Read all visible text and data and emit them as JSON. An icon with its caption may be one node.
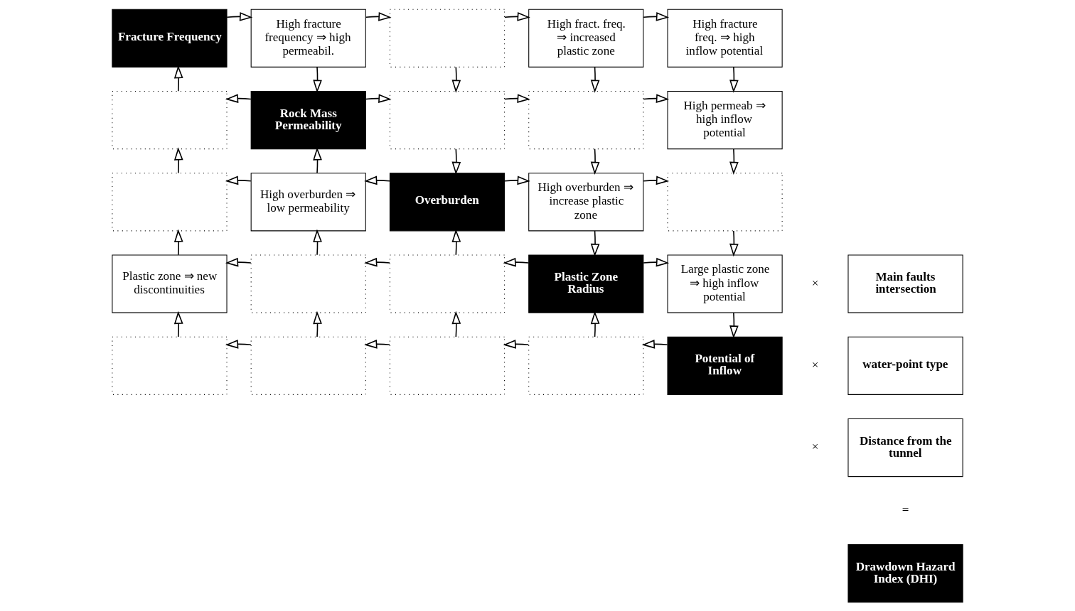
{
  "diagram": {
    "nodes": [
      {
        "text": [
          "Fracture Frequency"
        ]
      },
      {
        "text": [
          "High fracture frequency ⇒ high permeabil."
        ]
      },
      {
        "text": [],
        "shape": "box"
      },
      {
        "text": [
          "High fract. freq. ⇒ increased plastic zone"
        ]
      },
      {
        "text": [
          "High fracture freq. ⇒ high inflow potential"
        ]
      },
      {
        "text": [],
        "shape": "box"
      },
      {
        "text": [
          "Rock Mass Permeability"
        ]
      },
      {
        "text": [],
        "shape": "box"
      },
      {
        "text": [],
        "shape": "box"
      },
      {
        "text": [
          "High permeab ⇒ high inflow potential"
        ]
      },
      {
        "text": [],
        "shape": "box"
      },
      {
        "text": [
          "High overburden ⇒ low permeability"
        ]
      },
      {
        "text": [
          "Overburden"
        ]
      },
      {
        "text": [
          "High overburden ⇒ increase plastic zone"
        ]
      },
      {
        "text": [],
        "shape": "box"
      },
      {
        "text": [
          "Plastic zone ⇒ new discontinuities"
        ]
      },
      {
        "text": [],
        "shape": "box"
      },
      {
        "text": [],
        "shape": "box"
      },
      {
        "text": [
          "Plastic Zone Radius"
        ]
      },
      {
        "text": [
          "Large plastic zone ⇒ high inflow potential"
        ]
      },
      {
        "text": [],
        "shape": "box"
      },
      {
        "text": [],
        "shape": "box"
      },
      {
        "text": [],
        "shape": "box"
      },
      {
        "text": [],
        "shape": "box"
      },
      {
        "text": [
          "Potential of Inflow"
        ]
      },
      {
        "text": [
          "Main faults intersection"
        ]
      },
      {
        "text": [
          "water-point type"
        ]
      },
      {
        "text": [
          "Distance from the tunnel"
        ]
      },
      {
        "text": [
          "Drawdown Hazard Index (DHI)"
        ]
      }
    ],
    "edges": [
      {
        "from": 0,
        "to": 1,
        "arrow": "to"
      },
      {
        "from": 1,
        "to": 2,
        "arrow": "to"
      },
      {
        "from": 2,
        "to": 3,
        "arrow": "to"
      },
      {
        "from": 3,
        "to": 4,
        "arrow": "to"
      },
      {
        "from": 6,
        "to": 5,
        "arrow": "to"
      },
      {
        "from": 6,
        "to": 7,
        "arrow": "to"
      },
      {
        "from": 7,
        "to": 8,
        "arrow": "to"
      },
      {
        "from": 8,
        "to": 9,
        "arrow": "to"
      },
      {
        "from": 12,
        "to": 11,
        "arrow": "to"
      },
      {
        "from": 11,
        "to": 10,
        "arrow": "to"
      },
      {
        "from": 12,
        "to": 13,
        "arrow": "to"
      },
      {
        "from": 13,
        "to": 14,
        "arrow": "to"
      },
      {
        "from": 18,
        "to": 17,
        "arrow": "to"
      },
      {
        "from": 17,
        "to": 16,
        "arrow": "to"
      },
      {
        "from": 16,
        "to": 15,
        "arrow": "to"
      },
      {
        "from": 18,
        "to": 19,
        "arrow": "to"
      },
      {
        "from": 24,
        "to": 23,
        "arrow": "to"
      },
      {
        "from": 23,
        "to": 22,
        "arrow": "to"
      },
      {
        "from": 22,
        "to": 21,
        "arrow": "to"
      },
      {
        "from": 21,
        "to": 20,
        "arrow": "to"
      },
      {
        "from": 5,
        "to": 0,
        "arrow": "to"
      },
      {
        "from": 10,
        "to": 5,
        "arrow": "to"
      },
      {
        "from": 15,
        "to": 10,
        "arrow": "to"
      },
      {
        "from": 20,
        "to": 15,
        "arrow": "to"
      },
      {
        "from": 1,
        "to": 6,
        "arrow": "to"
      },
      {
        "from": 11,
        "to": 6,
        "arrow": "to"
      },
      {
        "from": 16,
        "to": 11,
        "arrow": "to"
      },
      {
        "from": 21,
        "to": 16,
        "arrow": "to"
      },
      {
        "from": 2,
        "to": 7,
        "arrow": "to"
      },
      {
        "from": 7,
        "to": 12,
        "arrow": "to"
      },
      {
        "from": 17,
        "to": 12,
        "arrow": "to"
      },
      {
        "from": 22,
        "to": 17,
        "arrow": "to"
      },
      {
        "from": 3,
        "to": 8,
        "arrow": "to"
      },
      {
        "from": 8,
        "to": 13,
        "arrow": "to"
      },
      {
        "from": 13,
        "to": 18,
        "arrow": "to"
      },
      {
        "from": 23,
        "to": 18,
        "arrow": "to"
      },
      {
        "from": 4,
        "to": 9,
        "arrow": "to"
      },
      {
        "from": 9,
        "to": 14,
        "arrow": "to"
      },
      {
        "from": 14,
        "to": 19,
        "arrow": "to"
      },
      {
        "from": 19,
        "to": 24,
        "arrow": "to"
      }
    ],
    "labels": [
      "×",
      "×",
      "×",
      "="
    ]
  }
}
